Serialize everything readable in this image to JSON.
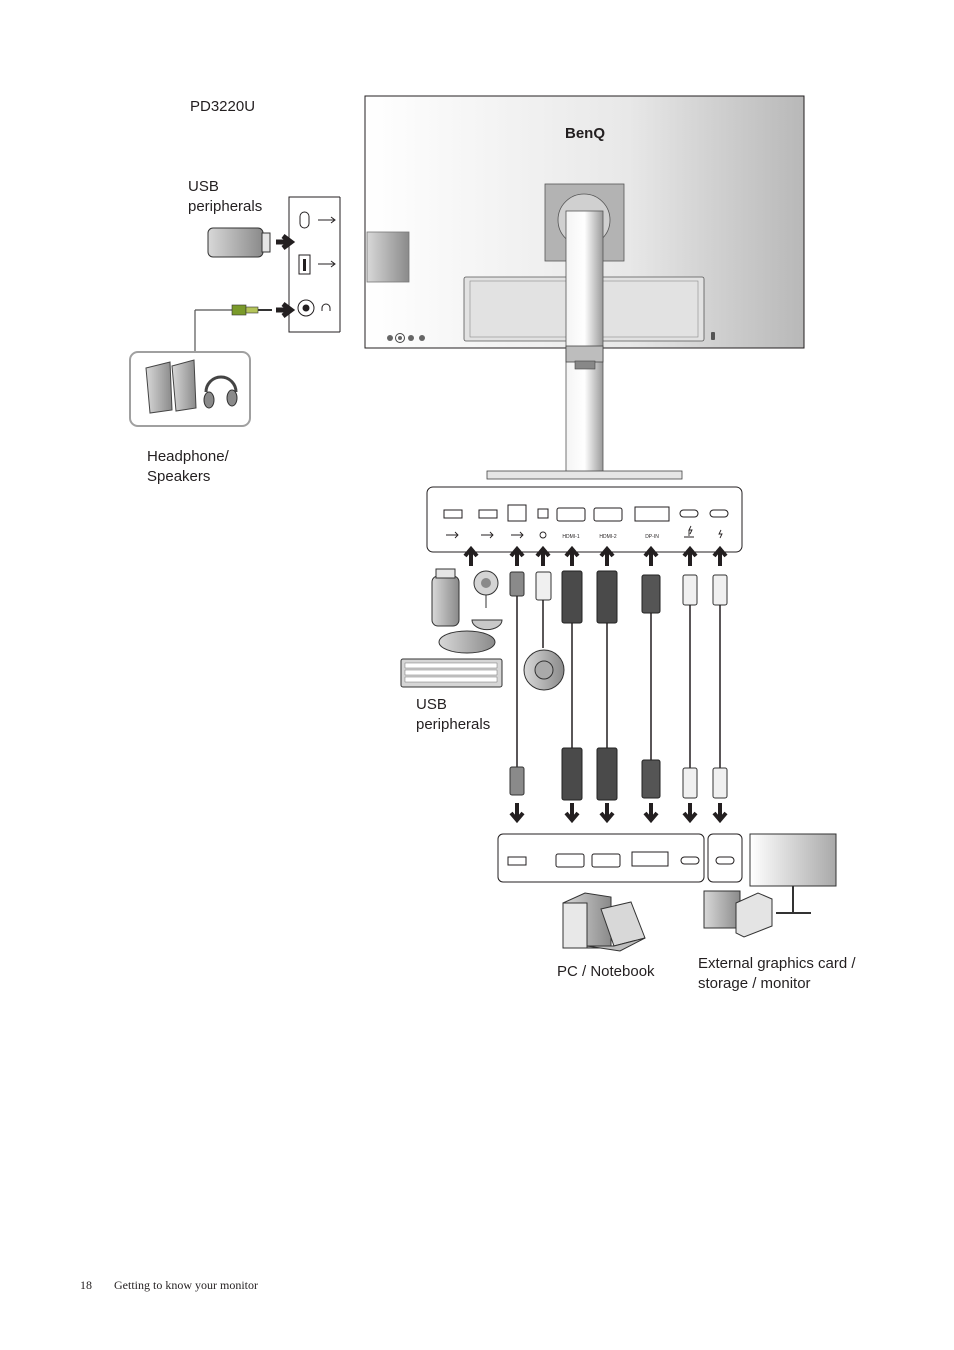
{
  "labels": {
    "model": "PD3220U",
    "usb_peripherals_top": "USB\nperipherals",
    "headphone_speakers": "Headphone/\nSpeakers",
    "usb_peripherals_bottom": "USB\nperipherals",
    "pc_notebook": "PC / Notebook",
    "external_devices": "External graphics card /\nstorage / monitor",
    "brand_logo": "BenQ"
  },
  "ports": {
    "hdmi_1": "HDMI-1",
    "hdmi_2": "HDMI-2",
    "dp_in": "DP-IN"
  },
  "footer": {
    "page_number": "18",
    "section_title": "Getting to know your monitor"
  },
  "colors": {
    "line": "#231f20",
    "panel_gray": "#bdbdbd",
    "device_gray": "#8c8c8c",
    "jack_green": "#7a9a2a"
  }
}
